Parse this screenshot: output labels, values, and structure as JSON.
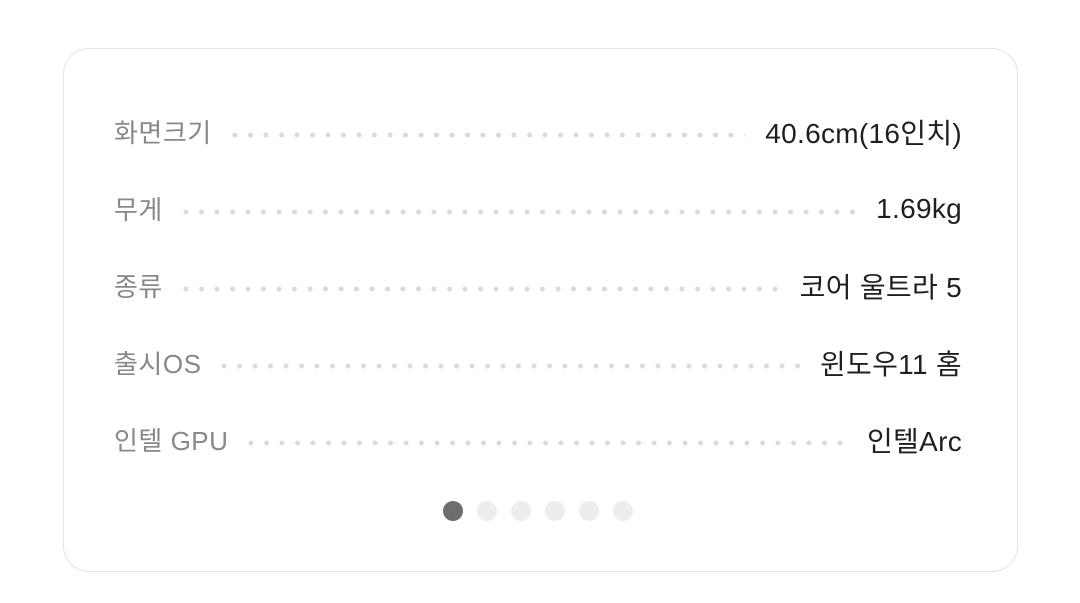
{
  "card": {
    "specs": [
      {
        "label": "화면크기",
        "value": "40.6cm(16인치)"
      },
      {
        "label": "무게",
        "value": "1.69kg"
      },
      {
        "label": "종류",
        "value": "코어 울트라 5"
      },
      {
        "label": "출시OS",
        "value": "윈도우11 홈"
      },
      {
        "label": "인텔 GPU",
        "value": "인텔Arc"
      }
    ],
    "pagination": {
      "total": 6,
      "active_index": 0
    },
    "colors": {
      "label": "#87878c",
      "value": "#1f1f1f",
      "leader_dot": "#d9d9e0",
      "border": "#e3e3e6",
      "dot_active": "#6e6e70",
      "dot_inactive": "#efecf0",
      "background": "#ffffff"
    }
  }
}
